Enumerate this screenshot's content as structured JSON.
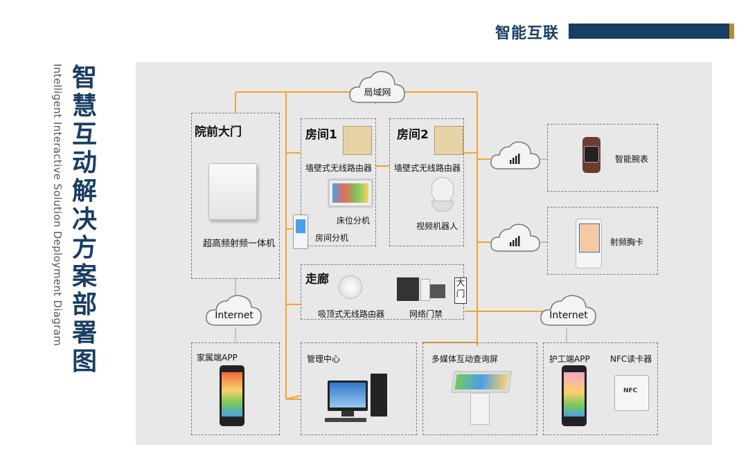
{
  "header": {
    "title": "智能互联"
  },
  "side": {
    "title": [
      "智",
      "慧",
      "互",
      "动",
      "解",
      "决",
      "方",
      "案",
      "部",
      "署",
      "图"
    ],
    "subtitle": "Intelligent Interactive Solution Deployment Diagram"
  },
  "colors": {
    "navy": "#1a3d63",
    "gold": "#b58d2b",
    "line": "#f5a131",
    "canvas": "#e8e8e8"
  },
  "clouds": {
    "lan": "局域网",
    "internet_left": "Internet",
    "internet_right": "Internet"
  },
  "gate": {
    "title": "院前大门",
    "device": "超高频射频一体机"
  },
  "room1": {
    "title": "房间1",
    "router": "墙壁式无线路由器",
    "bed": "床位分机",
    "room_ext": "房间分机"
  },
  "room2": {
    "title": "房间2",
    "router": "墙壁式无线路由器",
    "robot": "视频机器人"
  },
  "corridor": {
    "title": "走廊",
    "router": "吸顶式无线路由器",
    "access": "网络门禁",
    "door": "大门"
  },
  "watch": {
    "label": "智能腕表"
  },
  "card": {
    "label": "射频胸卡"
  },
  "family": {
    "label": "家属端APP"
  },
  "center": {
    "label": "管理中心"
  },
  "kiosk": {
    "label": "多媒体互动查询屏"
  },
  "nurse": {
    "app": "护工端APP",
    "nfc": "NFC读卡器",
    "nfc_mark": "NFC"
  }
}
